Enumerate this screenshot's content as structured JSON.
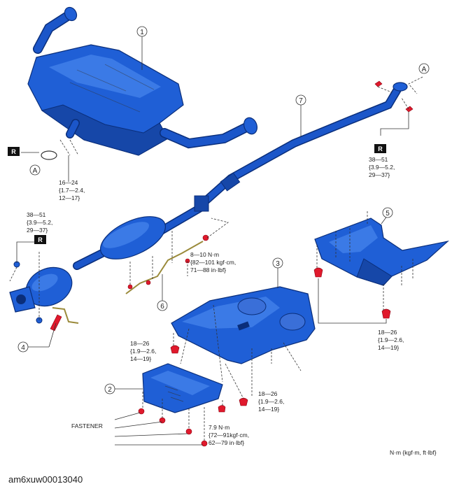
{
  "callouts": {
    "c1": "1",
    "c2": "2",
    "c3": "3",
    "c4": "4",
    "c5": "5",
    "c6": "6",
    "c7": "7"
  },
  "ref_marks": {
    "a_top": "A",
    "a_left": "A"
  },
  "r_marks": {
    "r1": "R",
    "r2": "R",
    "r3": "R"
  },
  "torque": {
    "muffler_clamp": [
      "16—24",
      "{1.7—2.4,",
      "12—17}"
    ],
    "front_pipe_flange": [
      "38—51",
      "{3.9—5.2,",
      "29—37}"
    ],
    "catalyst_flange": [
      "38—51",
      "{3.9—5.2,",
      "29—37}"
    ],
    "sensor": [
      "8—10 N·m",
      "{82—101 kgf·cm,",
      "71—88 in·lbf}"
    ],
    "under_cover_rear": [
      "18—26",
      "{1.9—2.6,",
      "14—19}"
    ],
    "under_cover_left": [
      "18—26",
      "{1.9—2.6,",
      "14—19}"
    ],
    "under_cover_front": [
      "18—26",
      "{1.9—2.6,",
      "14—19}"
    ],
    "small_cover": [
      "7.9 N·m",
      "{72—91kgf·cm,",
      "62—79 in·lbf}"
    ]
  },
  "fastener_label": "FASTENER",
  "units_note": "N·m {kgf·m, ft·lbf}",
  "figure_id": "am6xuw00013040",
  "colors": {
    "part_blue": "#1f5fd6",
    "fastener_red": "#e0192c"
  }
}
